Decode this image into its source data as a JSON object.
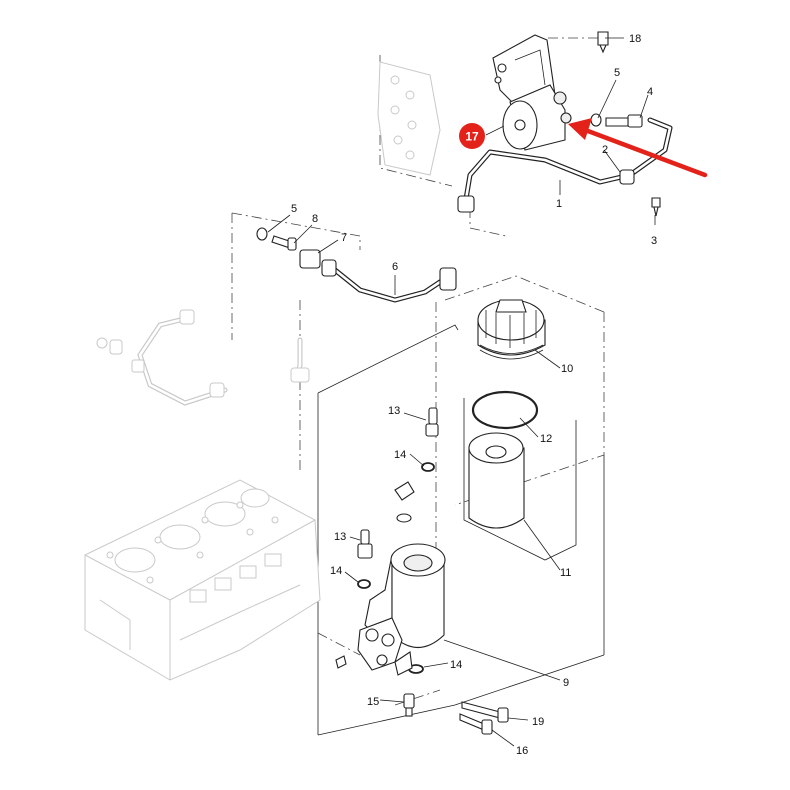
{
  "callouts": {
    "c1": "1",
    "c2": "2",
    "c3": "3",
    "c4": "4",
    "c5a": "5",
    "c5b": "5",
    "c6": "6",
    "c7": "7",
    "c8": "8",
    "c9": "9",
    "c10": "10",
    "c11": "11",
    "c12": "12",
    "c13a": "13",
    "c13b": "13",
    "c14a": "14",
    "c14b": "14",
    "c14c": "14",
    "c15": "15",
    "c16": "16",
    "c17": "17",
    "c18": "18",
    "c19": "19"
  },
  "colors": {
    "highlight": "#e32219",
    "line": "#222222",
    "ghost": "#c9c9c9"
  }
}
